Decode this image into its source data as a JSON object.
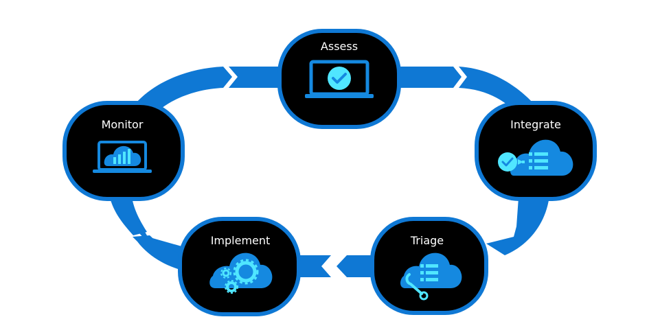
{
  "diagram": {
    "type": "cycle",
    "colors": {
      "ring": "#0F78D4",
      "node_fill": "#000000",
      "icon_primary": "#1589E0",
      "icon_accent": "#50E6FF",
      "label": "#FFFFFF"
    },
    "nodes": [
      {
        "id": "assess",
        "label": "Assess",
        "icon": "laptop-check-icon"
      },
      {
        "id": "integrate",
        "label": "Integrate",
        "icon": "cloud-checklist-icon"
      },
      {
        "id": "triage",
        "label": "Triage",
        "icon": "cloud-wrench-icon"
      },
      {
        "id": "implement",
        "label": "Implement",
        "icon": "cloud-gears-icon"
      },
      {
        "id": "monitor",
        "label": "Monitor",
        "icon": "laptop-cloud-chart-icon"
      }
    ],
    "flow": [
      "assess",
      "integrate",
      "triage",
      "implement",
      "monitor",
      "assess"
    ]
  }
}
